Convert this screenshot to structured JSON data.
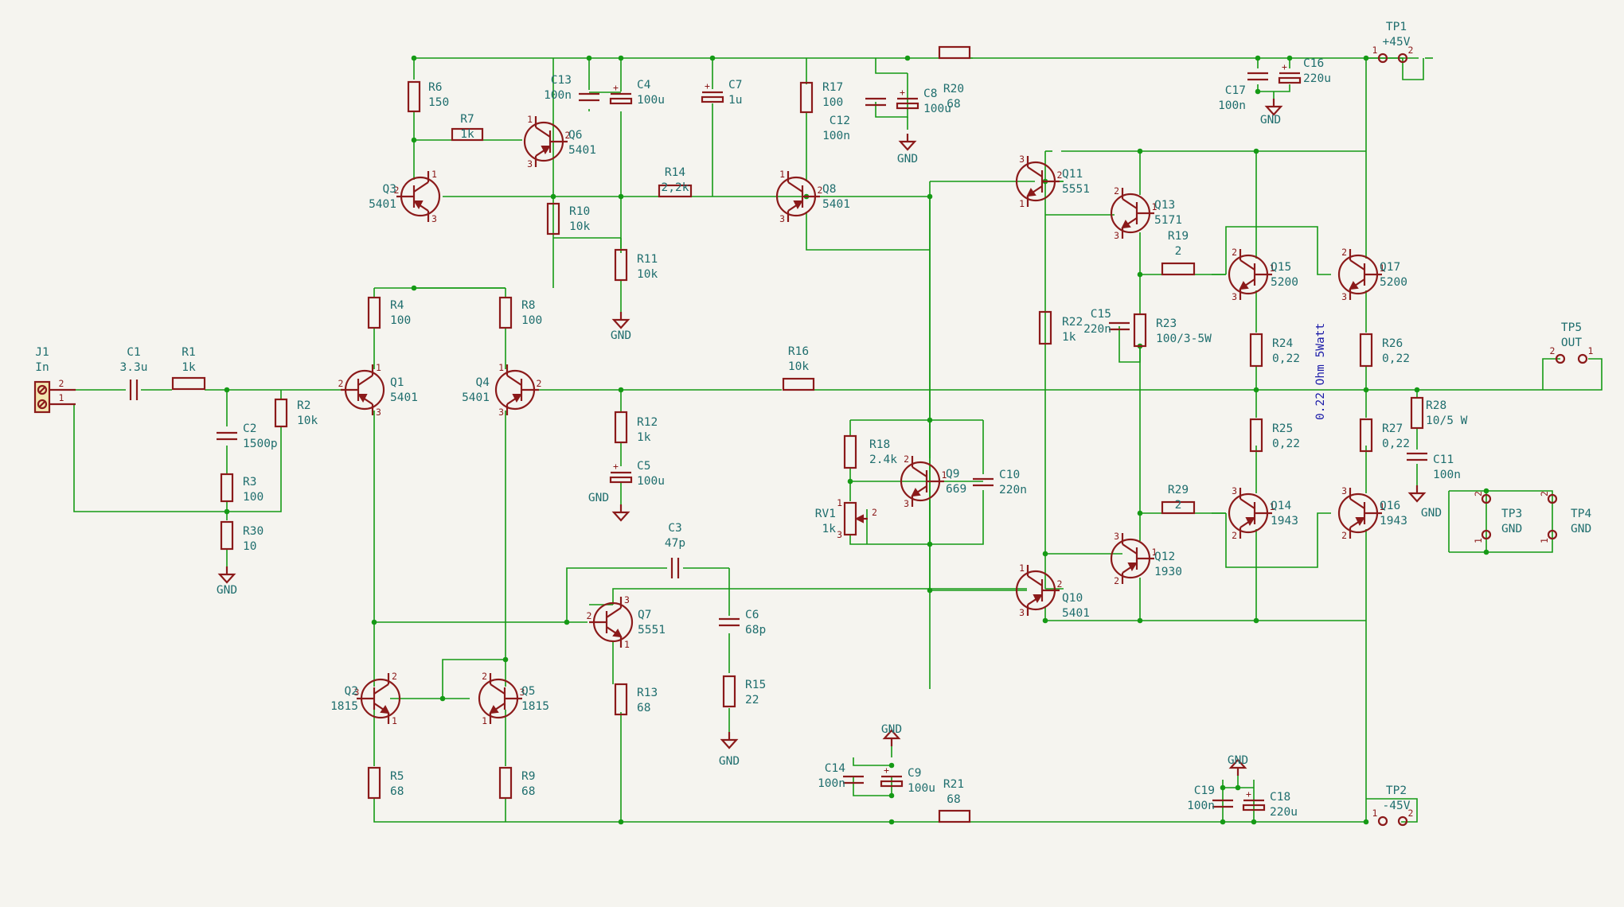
{
  "schematic": {
    "background": "#f5f4ef",
    "colors": {
      "wire": "#159a15",
      "symbol": "#8b1a1a",
      "reference": "#1f6e6e",
      "note": "#1a1aa8"
    },
    "note": "0.22 Ohm 5Watt",
    "gnd_label": "GND",
    "connectors": [
      {
        "ref": "J1",
        "value": "In",
        "pins": [
          "2",
          "1"
        ]
      },
      {
        "ref": "TP1",
        "value": "+45V",
        "pins": [
          "1",
          "2"
        ]
      },
      {
        "ref": "TP2",
        "value": "-45V",
        "pins": [
          "1",
          "2"
        ]
      },
      {
        "ref": "TP3",
        "value": "GND",
        "pins": [
          "1",
          "2"
        ]
      },
      {
        "ref": "TP4",
        "value": "GND",
        "pins": [
          "1",
          "2"
        ]
      },
      {
        "ref": "TP5",
        "value": "OUT",
        "pins": [
          "2",
          "1"
        ]
      }
    ],
    "transistors": [
      {
        "ref": "Q1",
        "value": "5401",
        "type": "PNP",
        "pins": [
          "1",
          "2",
          "3"
        ]
      },
      {
        "ref": "Q2",
        "value": "1815",
        "type": "NPN",
        "pins": [
          "1",
          "2",
          "3"
        ]
      },
      {
        "ref": "Q3",
        "value": "5401",
        "type": "PNP",
        "pins": [
          "1",
          "2",
          "3"
        ]
      },
      {
        "ref": "Q4",
        "value": "5401",
        "type": "PNP",
        "pins": [
          "1",
          "2",
          "3"
        ]
      },
      {
        "ref": "Q5",
        "value": "1815",
        "type": "NPN",
        "pins": [
          "1",
          "2",
          "3"
        ]
      },
      {
        "ref": "Q6",
        "value": "5401",
        "type": "PNP",
        "pins": [
          "1",
          "2",
          "3"
        ]
      },
      {
        "ref": "Q7",
        "value": "5551",
        "type": "NPN",
        "pins": [
          "1",
          "2",
          "3"
        ]
      },
      {
        "ref": "Q8",
        "value": "5401",
        "type": "PNP",
        "pins": [
          "1",
          "2",
          "3"
        ]
      },
      {
        "ref": "Q9",
        "value": "669",
        "type": "NPN",
        "pins": [
          "1",
          "2",
          "3"
        ]
      },
      {
        "ref": "Q10",
        "value": "5401",
        "type": "PNP",
        "pins": [
          "1",
          "2",
          "3"
        ]
      },
      {
        "ref": "Q11",
        "value": "5551",
        "type": "NPN",
        "pins": [
          "1",
          "2",
          "3"
        ]
      },
      {
        "ref": "Q12",
        "value": "1930",
        "type": "PNP",
        "pins": [
          "1",
          "2",
          "3"
        ]
      },
      {
        "ref": "Q13",
        "value": "5171",
        "type": "NPN",
        "pins": [
          "1",
          "2",
          "3"
        ]
      },
      {
        "ref": "Q14",
        "value": "1943",
        "type": "PNP",
        "pins": [
          "1",
          "2",
          "3"
        ]
      },
      {
        "ref": "Q15",
        "value": "5200",
        "type": "NPN",
        "pins": [
          "1",
          "2",
          "3"
        ]
      },
      {
        "ref": "Q16",
        "value": "1943",
        "type": "PNP",
        "pins": [
          "1",
          "2",
          "3"
        ]
      },
      {
        "ref": "Q17",
        "value": "5200",
        "type": "NPN",
        "pins": [
          "1",
          "2",
          "3"
        ]
      }
    ],
    "resistors": [
      {
        "ref": "R1",
        "value": "1k"
      },
      {
        "ref": "R2",
        "value": "10k"
      },
      {
        "ref": "R3",
        "value": "100"
      },
      {
        "ref": "R4",
        "value": "100"
      },
      {
        "ref": "R5",
        "value": "68"
      },
      {
        "ref": "R6",
        "value": "150"
      },
      {
        "ref": "R7",
        "value": "1k"
      },
      {
        "ref": "R8",
        "value": "100"
      },
      {
        "ref": "R9",
        "value": "68"
      },
      {
        "ref": "R10",
        "value": "10k"
      },
      {
        "ref": "R11",
        "value": "10k"
      },
      {
        "ref": "R12",
        "value": "1k"
      },
      {
        "ref": "R13",
        "value": "68"
      },
      {
        "ref": "R14",
        "value": "2,2k"
      },
      {
        "ref": "R15",
        "value": "22"
      },
      {
        "ref": "R16",
        "value": "10k"
      },
      {
        "ref": "R17",
        "value": "100"
      },
      {
        "ref": "R18",
        "value": "2.4k"
      },
      {
        "ref": "R19",
        "value": "2"
      },
      {
        "ref": "R20",
        "value": "68"
      },
      {
        "ref": "R21",
        "value": "68"
      },
      {
        "ref": "R22",
        "value": "1k"
      },
      {
        "ref": "R23",
        "value": "100/3-5W"
      },
      {
        "ref": "R24",
        "value": "0,22"
      },
      {
        "ref": "R25",
        "value": "0,22"
      },
      {
        "ref": "R26",
        "value": "0,22"
      },
      {
        "ref": "R27",
        "value": "0,22"
      },
      {
        "ref": "R28",
        "value": "10/5 W"
      },
      {
        "ref": "R29",
        "value": "2"
      },
      {
        "ref": "R30",
        "value": "10"
      },
      {
        "ref": "RV1",
        "value": "1k",
        "pins": [
          "1",
          "2",
          "3"
        ]
      }
    ],
    "capacitors": [
      {
        "ref": "C1",
        "value": "3.3u"
      },
      {
        "ref": "C2",
        "value": "1500p"
      },
      {
        "ref": "C3",
        "value": "47p"
      },
      {
        "ref": "C4",
        "value": "100u"
      },
      {
        "ref": "C5",
        "value": "100u"
      },
      {
        "ref": "C6",
        "value": "68p"
      },
      {
        "ref": "C7",
        "value": "1u"
      },
      {
        "ref": "C8",
        "value": "100u"
      },
      {
        "ref": "C9",
        "value": "100u"
      },
      {
        "ref": "C10",
        "value": "220n"
      },
      {
        "ref": "C11",
        "value": "100n"
      },
      {
        "ref": "C12",
        "value": "100n"
      },
      {
        "ref": "C13",
        "value": "100n"
      },
      {
        "ref": "C14",
        "value": "100n"
      },
      {
        "ref": "C15",
        "value": "220n"
      },
      {
        "ref": "C16",
        "value": "220u"
      },
      {
        "ref": "C17",
        "value": "100n"
      },
      {
        "ref": "C18",
        "value": "220u"
      },
      {
        "ref": "C19",
        "value": "100n"
      }
    ]
  }
}
